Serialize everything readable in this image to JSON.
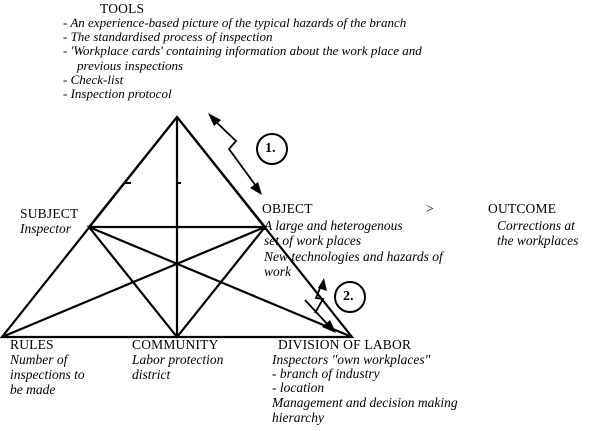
{
  "tools": {
    "title": "TOOLS",
    "items": [
      "- An experience-based  picture of the typical hazards of the branch",
      "- The standardised process of inspection",
      "- 'Workplace cards' containing information about the work place and",
      "  previous inspections",
      "- Check-list",
      "- Inspection protocol"
    ]
  },
  "subject": {
    "title": "SUBJECT",
    "desc": "Inspector"
  },
  "object": {
    "title": "OBJECT",
    "lines": [
      "A large and heterogenous",
      "set of work places",
      "New technologies and hazards of",
      "work"
    ]
  },
  "arrow_symbol": ">",
  "outcome": {
    "title": "OUTCOME",
    "lines": [
      "Corrections at",
      "the workplaces"
    ]
  },
  "rules": {
    "title": "RULES",
    "lines": [
      "Number of",
      "inspections to",
      "be made"
    ]
  },
  "community": {
    "title": "COMMUNITY",
    "lines": [
      "Labor protection",
      "district"
    ]
  },
  "division": {
    "title": "DIVISION OF LABOR",
    "lines": [
      "Inspectors \"own workplaces\"",
      " - branch of industry",
      "  - location",
      "Management and decision making",
      "hierarchy"
    ]
  },
  "markers": {
    "one": "1.",
    "two": "2."
  }
}
